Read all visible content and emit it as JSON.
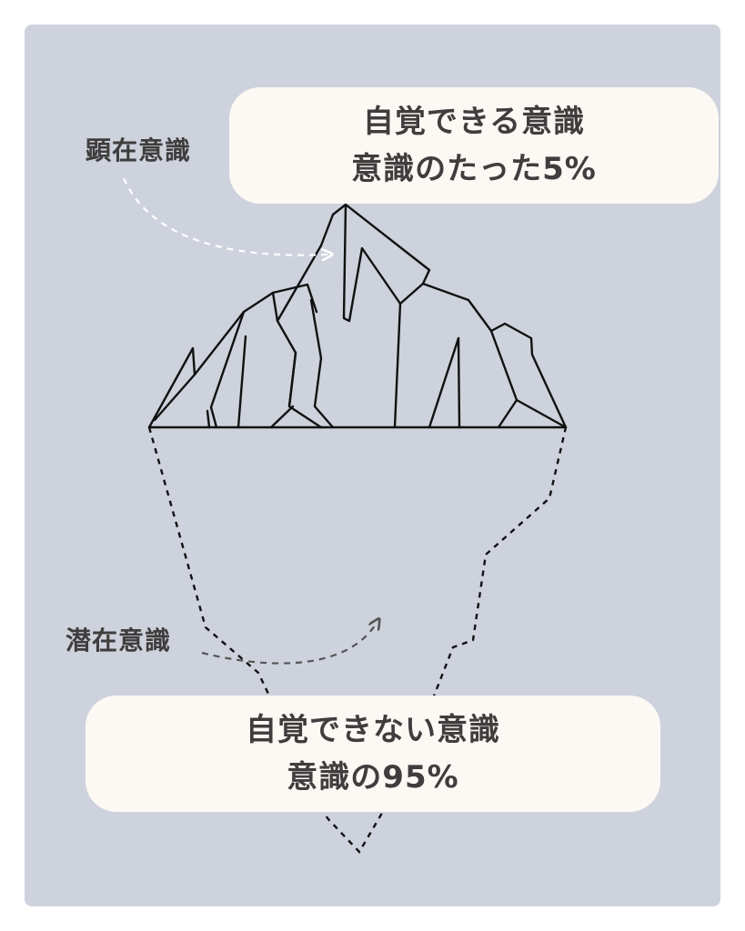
{
  "top_card": {
    "line1": "自覚できる意識",
    "line2": "意識のたった5%"
  },
  "bottom_card": {
    "line1": "自覚できない意識",
    "line2": "意識の95%"
  },
  "labels": {
    "conscious": "顕在意識",
    "subconscious": "潜在意識"
  },
  "colors": {
    "background_panel": "#ced2dc",
    "card": "#fcf8f4",
    "text": "#3f3d3d",
    "iceberg_line": "#111111",
    "arrow_top": "#ffffff",
    "arrow_bottom": "#555555"
  },
  "icons": {
    "iceberg": "iceberg-icon",
    "arrow_top": "curved-arrow-icon",
    "arrow_bottom": "curved-arrow-icon"
  }
}
